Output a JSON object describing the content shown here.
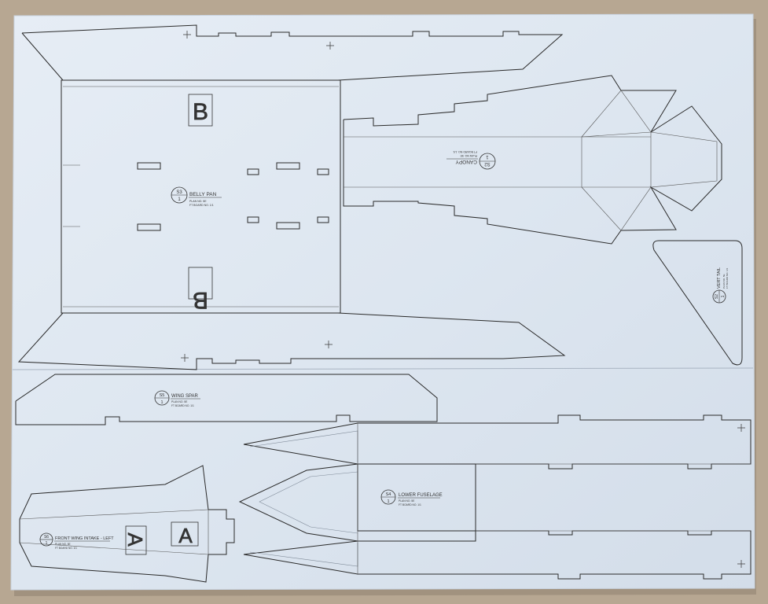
{
  "photo": {
    "subject": "foam board sheet printed with RC plane cut-out template"
  },
  "parts": {
    "belly_pan": {
      "code": "S3",
      "num": "1",
      "name": "BELLY PAN",
      "sub1": "PLAN NO. 5E",
      "sub2": "FT BOARD NO. 1/1"
    },
    "canopy": {
      "code": "S2",
      "num": "1",
      "name": "CANOPY",
      "sub1": "PLAN NO. 5E",
      "sub2": "FT BOARD NO. 1/1"
    },
    "tail": {
      "code": "S2",
      "num": "1",
      "name": "VERT TAIL",
      "sub1": "PLAN NO. 5E",
      "sub2": "FT BOARD NO. 1/1"
    },
    "wing_spar": {
      "code": "S5",
      "num": "1",
      "name": "WING SPAR",
      "sub1": "PLAN NO. 5E",
      "sub2": "FT BOARD NO. 1/1"
    },
    "lower_fuselage": {
      "code": "S4",
      "num": "1",
      "name": "LOWER FUSELAGE",
      "sub1": "PLAN NO. 5E",
      "sub2": "FT BOARD NO. 1/1"
    },
    "intake": {
      "code": "S6",
      "num": "1",
      "name": "FRONT WING INTAKE - LEFT",
      "sub1": "PLAN NO. 5E",
      "sub2": "FT BOARD NO. 1/1"
    }
  },
  "letters": {
    "b": "B",
    "a": "A"
  },
  "colors": {
    "board": "#dde6f0",
    "surface": "#b7a792",
    "line": "#2a2a2a"
  }
}
